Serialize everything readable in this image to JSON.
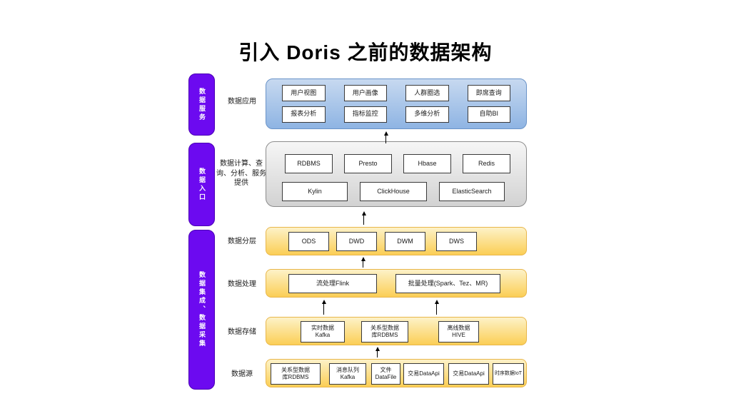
{
  "title": "引入 Doris 之前的数据架构",
  "colors": {
    "purple": "#6c0af0",
    "purple-border": "#4a00b4",
    "blue-top": "#c7d9f0",
    "blue-bottom": "#8eb4e3",
    "blue-border": "#6a93c8",
    "gray-top": "#f6f6f6",
    "gray-bottom": "#d2d2d2",
    "gray-border": "#8c8c8c",
    "yellow-top": "#fdf2c8",
    "yellow-bottom": "#fbce55",
    "yellow-border": "#e8b64a",
    "box-border": "#3a3a3a"
  },
  "sidebars": {
    "service": "数据服务",
    "entry": "数据入口",
    "integration": "数据集成、数据采集"
  },
  "labels": {
    "app": "数据应用",
    "entry": "数据计算、查询、分析、服务提供",
    "layering": "数据分层",
    "processing": "数据处理",
    "storage": "数据存储",
    "source": "数据源"
  },
  "app": {
    "row1": [
      "用户视图",
      "用户画像",
      "人群圈选",
      "即席查询"
    ],
    "row2": [
      "报表分析",
      "指标监控",
      "多维分析",
      "自助BI"
    ]
  },
  "entry": {
    "row1": [
      "RDBMS",
      "Presto",
      "Hbase",
      "Redis"
    ],
    "row2": [
      "Kylin",
      "ClickHouse",
      "ElasticSearch"
    ]
  },
  "layering": [
    "ODS",
    "DWD",
    "DWM",
    "DWS"
  ],
  "processing": [
    "流处理Flink",
    "批量处理(Spark、Tez、MR)"
  ],
  "storage": [
    [
      "实时数据",
      "Kafka"
    ],
    [
      "关系型数据",
      "库RDBMS"
    ],
    [
      "离线数据",
      "HIVE"
    ]
  ],
  "source": [
    [
      "关系型数据",
      "库RDBMS"
    ],
    [
      "消息队列",
      "Kafka"
    ],
    [
      "文件",
      "DataFile"
    ],
    [
      "交易DataApi"
    ],
    [
      "交易DataApi"
    ],
    [
      "时序数据IoT"
    ]
  ]
}
